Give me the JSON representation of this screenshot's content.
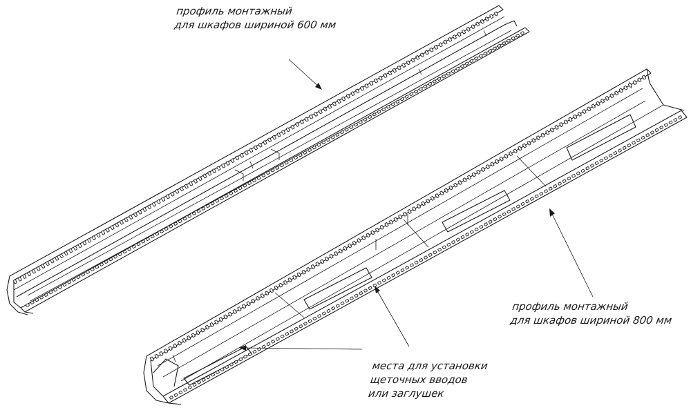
{
  "labels": {
    "profile_600": {
      "line1": "профиль монтажный",
      "line2": "для шкафов шириной 600 мм"
    },
    "profile_800": {
      "line1": "профиль монтажный",
      "line2": "для шкафов шириной 800 мм"
    },
    "brush_entries": {
      "line1": "места для установки",
      "line2": "щеточных вводов",
      "line3": "или заглушек"
    }
  },
  "colors": {
    "line": "#1a1a1a",
    "background": "#ffffff"
  }
}
